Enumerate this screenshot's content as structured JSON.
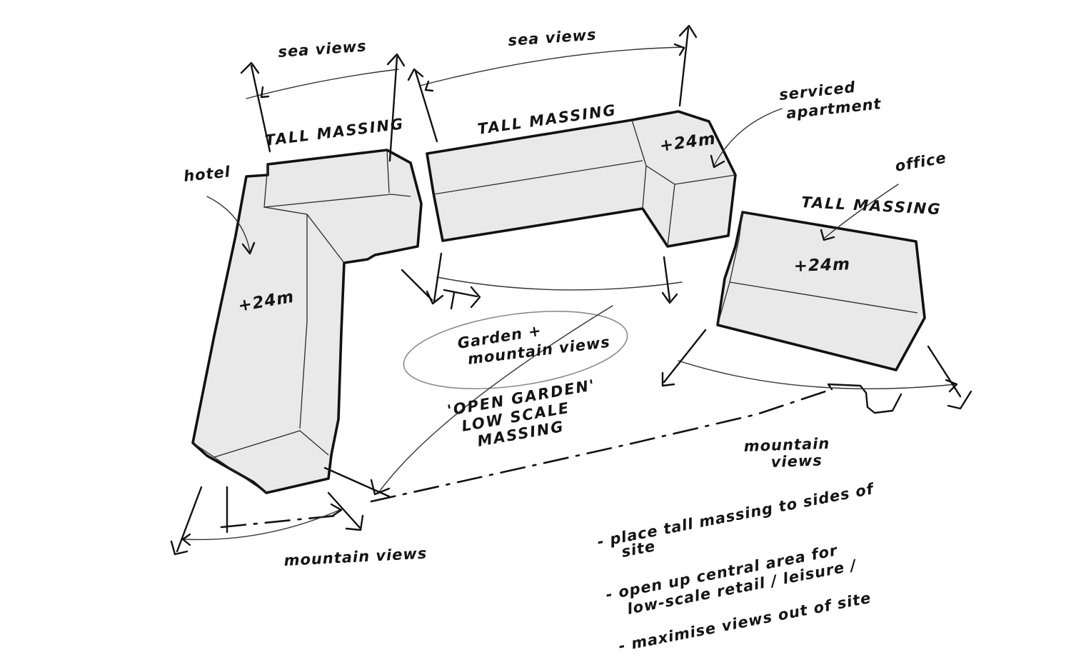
{
  "labels": {
    "sea_views_left": "sea views",
    "sea_views_right": "sea views",
    "tall_massing_left": "TALL MASSING",
    "tall_massing_center": "TALL MASSING",
    "tall_massing_right": "TALL MASSING",
    "hotel": "hotel",
    "serviced_apartment_line1": "serviced",
    "serviced_apartment_line2": "apartment",
    "office": "office",
    "height_hotel": "+24m",
    "height_serviced": "+24m",
    "height_office": "+24m",
    "garden_line1": "Garden +",
    "garden_line2": "mountain views",
    "open_garden_line1": "'OPEN GARDEN'",
    "open_garden_line2": "LOW SCALE",
    "open_garden_line3": "MASSING",
    "mountain_views_right_line1": "mountain",
    "mountain_views_right_line2": "views",
    "mountain_views_bottom": "mountain views"
  },
  "notes": [
    {
      "line1": "- place tall massing to sides of",
      "line2": "site"
    },
    {
      "line1": "- open up central area for",
      "line2": "low-scale retail / leisure /"
    },
    {
      "line1": "- maximise views out of site",
      "line2": ""
    }
  ],
  "colors": {
    "ink": "#141414",
    "block_fill": "#e9e9e9",
    "background": "#ffffff"
  }
}
